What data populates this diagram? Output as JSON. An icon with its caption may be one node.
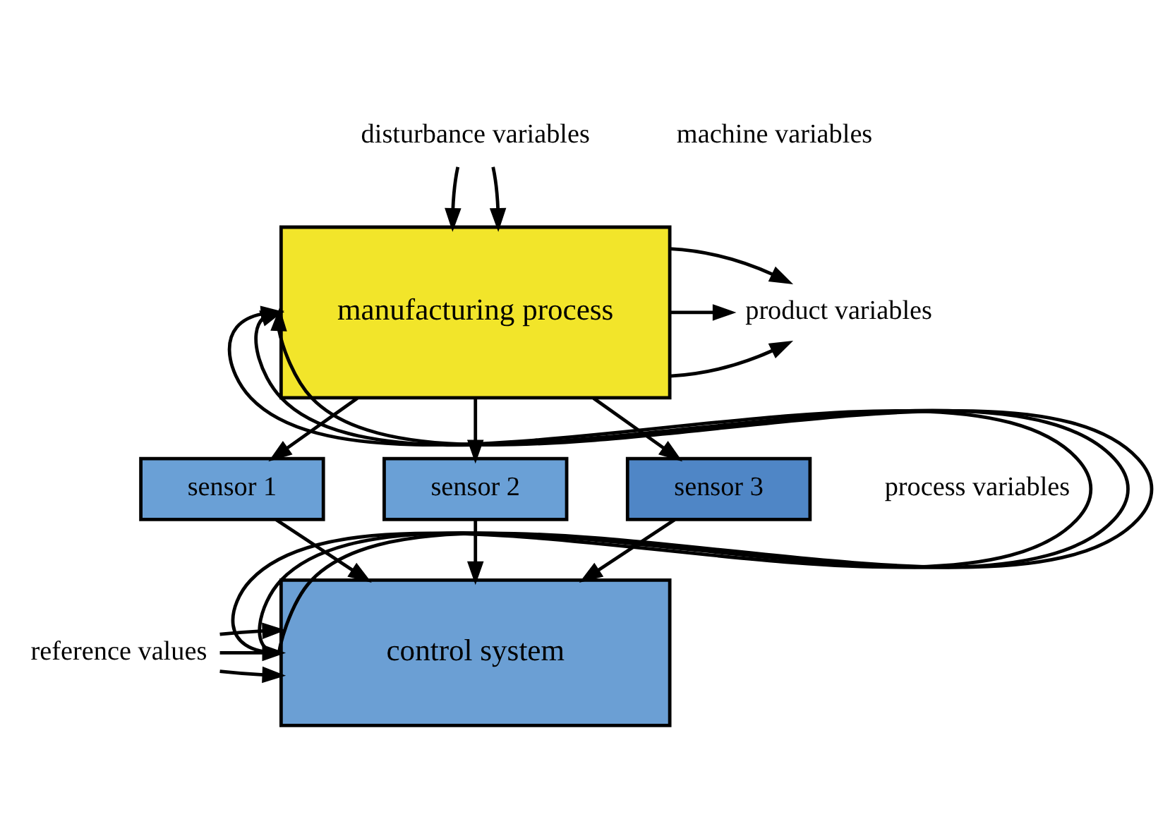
{
  "diagram": {
    "nodes": [
      {
        "text": [
          "manufacturing process"
        ]
      },
      {
        "text": [
          "sensor 1"
        ]
      },
      {
        "text": [
          "sensor 2"
        ]
      },
      {
        "text": [
          "sensor 3"
        ]
      },
      {
        "text": [
          "control system"
        ]
      },
      {
        "text": [
          "disturbance variables"
        ]
      },
      {
        "text": [
          "product variables"
        ]
      },
      {
        "text": [
          "reference values"
        ]
      }
    ],
    "edges": [
      {
        "from": 5,
        "to": 0,
        "arrow": "to"
      },
      {
        "from": 5,
        "to": 0,
        "arrow": "to"
      },
      {
        "from": 0,
        "to": 6,
        "arrow": "to"
      },
      {
        "from": 0,
        "to": 6,
        "arrow": "to"
      },
      {
        "from": 0,
        "to": 6,
        "arrow": "to"
      },
      {
        "from": 0,
        "to": 1,
        "arrow": "to"
      },
      {
        "from": 0,
        "to": 2,
        "arrow": "to"
      },
      {
        "from": 0,
        "to": 3,
        "arrow": "to"
      },
      {
        "from": 1,
        "to": 4,
        "arrow": "to"
      },
      {
        "from": 2,
        "to": 4,
        "arrow": "to"
      },
      {
        "from": 3,
        "to": 4,
        "arrow": "to"
      },
      {
        "from": 4,
        "to": 0,
        "arrow": "to"
      },
      {
        "from": 4,
        "to": 0,
        "arrow": "to"
      },
      {
        "from": 4,
        "to": 0,
        "arrow": "to"
      },
      {
        "from": 7,
        "to": 4,
        "arrow": "to"
      },
      {
        "from": 7,
        "to": 4,
        "arrow": "to"
      },
      {
        "from": 7,
        "to": 4,
        "arrow": "to"
      }
    ],
    "labels": [
      "machine variables",
      "process variables"
    ]
  }
}
